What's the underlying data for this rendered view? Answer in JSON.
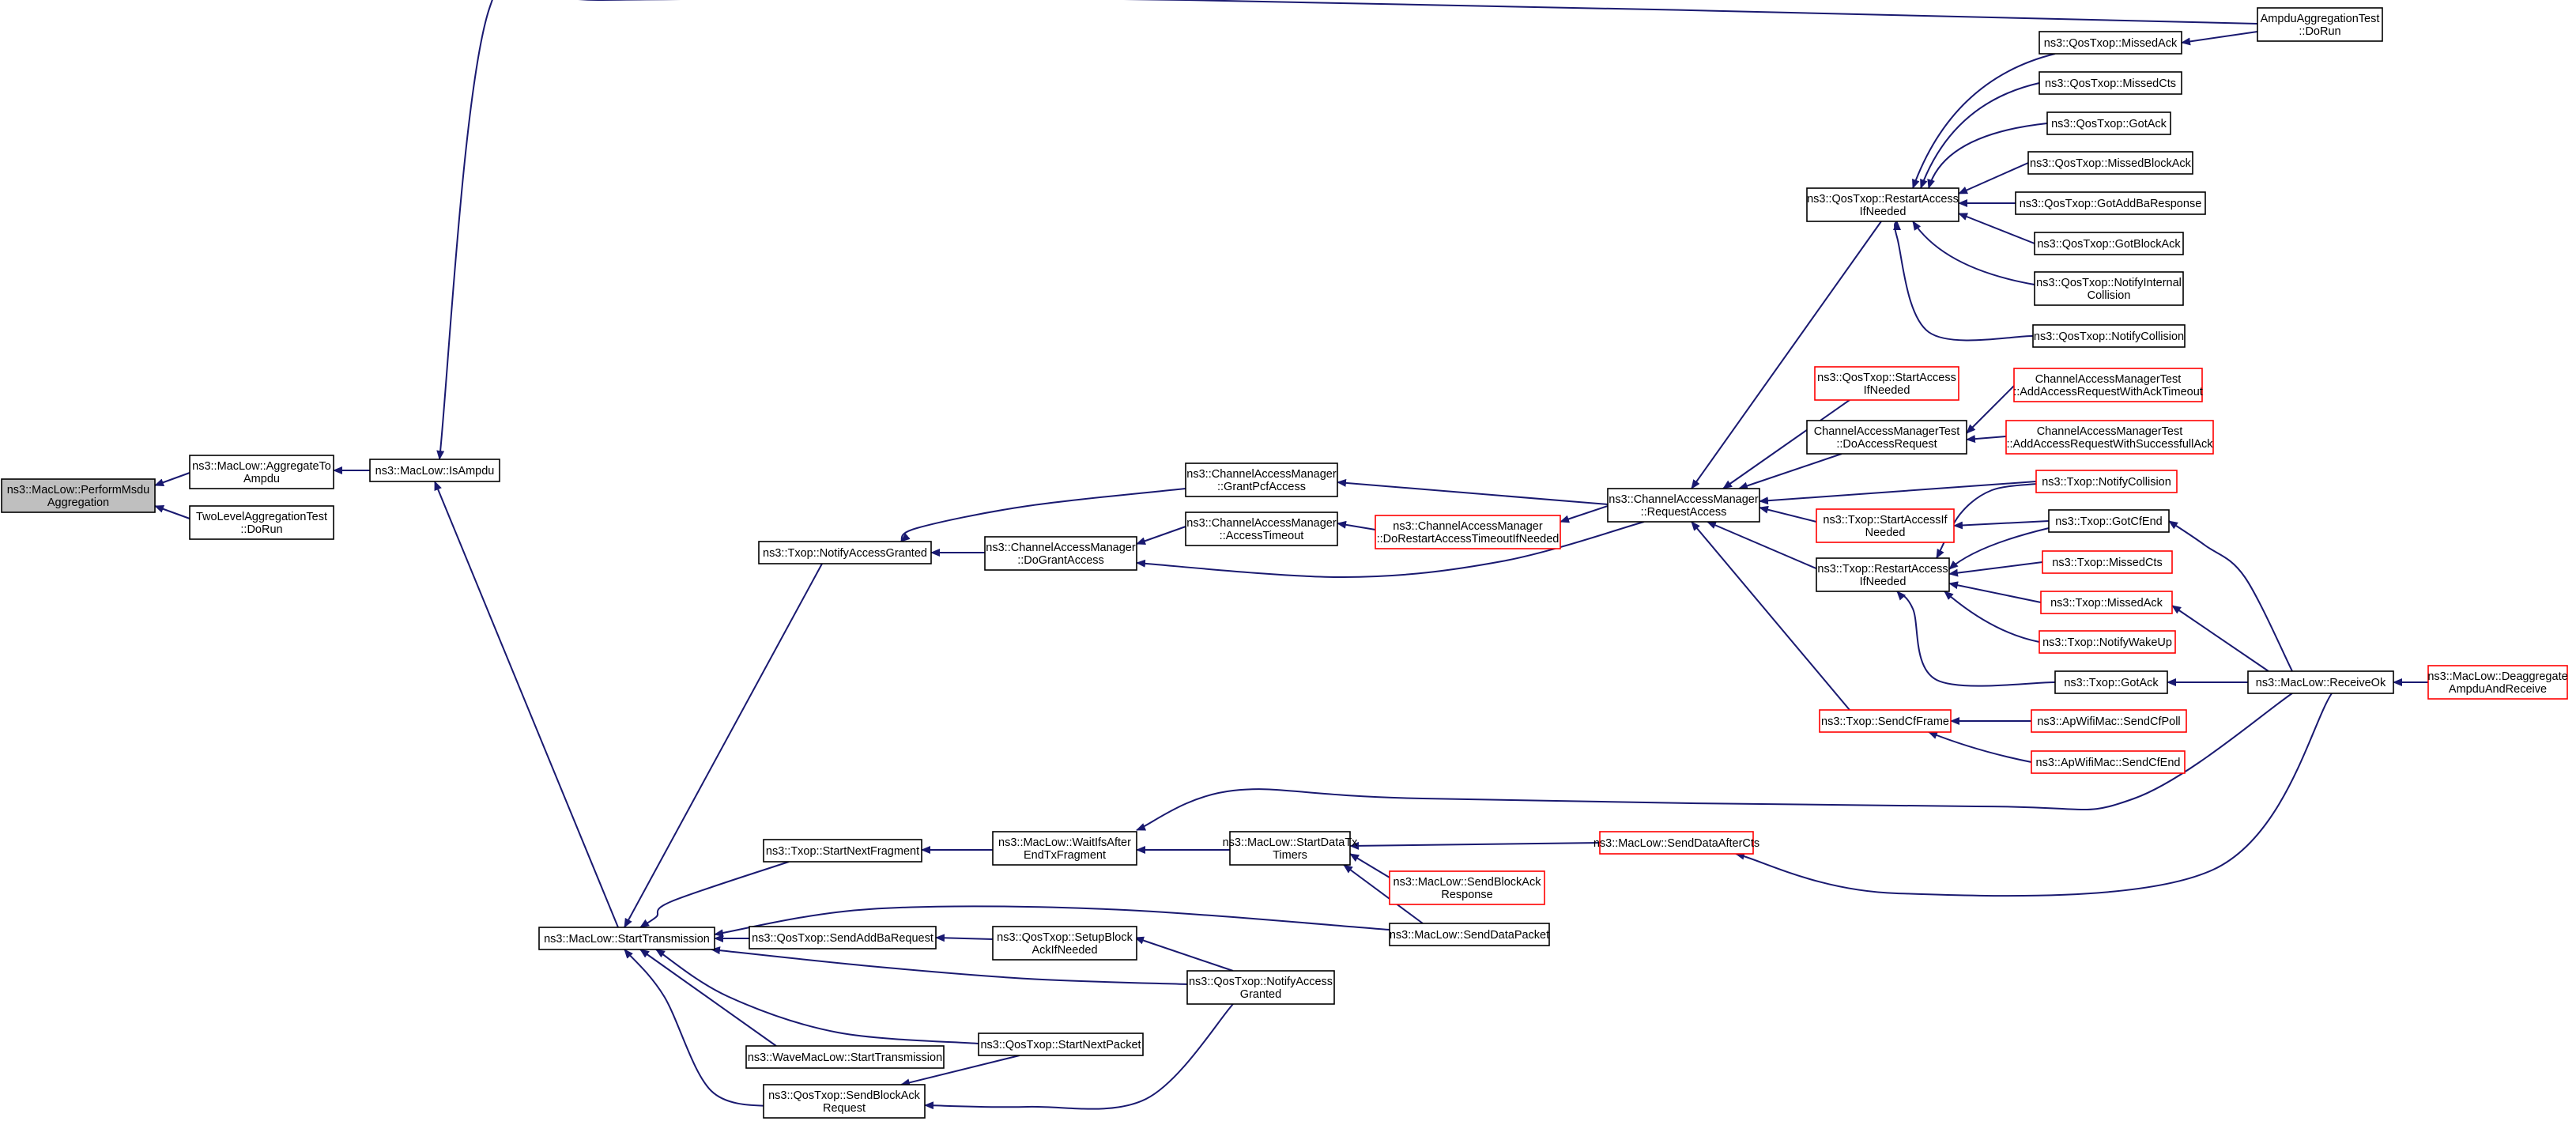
{
  "diagram": {
    "type": "call-graph",
    "colors": {
      "edge": "#191970",
      "node_border": "#000000",
      "linked_node_border": "#ff0000",
      "selected_fill": "#bfbfbf"
    },
    "nodes": [
      {
        "id": "n0",
        "lines": [
          "ns3::MacLow::PerformMsdu",
          "Aggregation"
        ],
        "kind": "selected"
      },
      {
        "id": "n1",
        "lines": [
          "ns3::MacLow::AggregateTo",
          "Ampdu"
        ],
        "kind": "normal"
      },
      {
        "id": "n2",
        "lines": [
          "TwoLevelAggregationTest",
          "::DoRun"
        ],
        "kind": "normal"
      },
      {
        "id": "n3",
        "lines": [
          "ns3::MacLow::IsAmpdu"
        ],
        "kind": "normal"
      },
      {
        "id": "n4",
        "lines": [
          "AmpduAggregationTest",
          "::DoRun"
        ],
        "kind": "normal"
      },
      {
        "id": "n5",
        "lines": [
          "ns3::MacLow::StartTransmission"
        ],
        "kind": "normal"
      },
      {
        "id": "n6",
        "lines": [
          "ns3::Txop::NotifyAccessGranted"
        ],
        "kind": "normal"
      },
      {
        "id": "n7",
        "lines": [
          "ns3::Txop::StartNextFragment"
        ],
        "kind": "normal"
      },
      {
        "id": "n8",
        "lines": [
          "ns3::QosTxop::SendAddBaRequest"
        ],
        "kind": "normal"
      },
      {
        "id": "n9",
        "lines": [
          "ns3::WaveMacLow::StartTransmission"
        ],
        "kind": "normal"
      },
      {
        "id": "n10",
        "lines": [
          "ns3::QosTxop::SendBlockAck",
          "Request"
        ],
        "kind": "normal"
      },
      {
        "id": "n11",
        "lines": [
          "ns3::ChannelAccessManager",
          "::GrantPcfAccess"
        ],
        "kind": "normal"
      },
      {
        "id": "n12",
        "lines": [
          "ns3::ChannelAccessManager",
          "::DoGrantAccess"
        ],
        "kind": "normal"
      },
      {
        "id": "n13",
        "lines": [
          "ns3::ChannelAccessManager",
          "::AccessTimeout"
        ],
        "kind": "normal"
      },
      {
        "id": "n14",
        "lines": [
          "ns3::ChannelAccessManager",
          "::DoRestartAccessTimeoutIfNeeded"
        ],
        "kind": "red"
      },
      {
        "id": "n15",
        "lines": [
          "ns3::ChannelAccessManager",
          "::RequestAccess"
        ],
        "kind": "normal"
      },
      {
        "id": "n16",
        "lines": [
          "ns3::MacLow::WaitIfsAfter",
          "EndTxFragment"
        ],
        "kind": "normal"
      },
      {
        "id": "n17",
        "lines": [
          "ns3::MacLow::StartDataTx",
          "Timers"
        ],
        "kind": "normal"
      },
      {
        "id": "n18",
        "lines": [
          "ns3::QosTxop::SetupBlock",
          "AckIfNeeded"
        ],
        "kind": "normal"
      },
      {
        "id": "n19",
        "lines": [
          "ns3::QosTxop::NotifyAccess",
          "Granted"
        ],
        "kind": "normal"
      },
      {
        "id": "n20",
        "lines": [
          "ns3::QosTxop::StartNextPacket"
        ],
        "kind": "normal"
      },
      {
        "id": "n21",
        "lines": [
          "ns3::MacLow::SendBlockAck",
          "Response"
        ],
        "kind": "red"
      },
      {
        "id": "n22",
        "lines": [
          "ns3::MacLow::SendDataPacket"
        ],
        "kind": "normal"
      },
      {
        "id": "n23",
        "lines": [
          "ns3::MacLow::SendDataAfterCts"
        ],
        "kind": "red"
      },
      {
        "id": "n24",
        "lines": [
          "ns3::QosTxop::RestartAccess",
          "IfNeeded"
        ],
        "kind": "normal"
      },
      {
        "id": "n25",
        "lines": [
          "ns3::QosTxop::StartAccess",
          "IfNeeded"
        ],
        "kind": "red"
      },
      {
        "id": "n26",
        "lines": [
          "ChannelAccessManagerTest",
          "::DoAccessRequest"
        ],
        "kind": "normal"
      },
      {
        "id": "n27",
        "lines": [
          "ns3::Txop::StartAccessIf",
          "Needed"
        ],
        "kind": "red"
      },
      {
        "id": "n28",
        "lines": [
          "ns3::Txop::RestartAccess",
          "IfNeeded"
        ],
        "kind": "normal"
      },
      {
        "id": "n29",
        "lines": [
          "ns3::Txop::SendCfFrame"
        ],
        "kind": "red"
      },
      {
        "id": "n30",
        "lines": [
          "ns3::QosTxop::MissedAck"
        ],
        "kind": "normal"
      },
      {
        "id": "n31",
        "lines": [
          "ns3::QosTxop::MissedCts"
        ],
        "kind": "normal"
      },
      {
        "id": "n32",
        "lines": [
          "ns3::QosTxop::GotAck"
        ],
        "kind": "normal"
      },
      {
        "id": "n33",
        "lines": [
          "ns3::QosTxop::MissedBlockAck"
        ],
        "kind": "normal"
      },
      {
        "id": "n34",
        "lines": [
          "ns3::QosTxop::GotAddBaResponse"
        ],
        "kind": "normal"
      },
      {
        "id": "n35",
        "lines": [
          "ns3::QosTxop::GotBlockAck"
        ],
        "kind": "normal"
      },
      {
        "id": "n36",
        "lines": [
          "ns3::QosTxop::NotifyInternal",
          "Collision"
        ],
        "kind": "normal"
      },
      {
        "id": "n37",
        "lines": [
          "ns3::QosTxop::NotifyCollision"
        ],
        "kind": "normal"
      },
      {
        "id": "n38",
        "lines": [
          "ChannelAccessManagerTest",
          "::AddAccessRequestWithAckTimeout"
        ],
        "kind": "red"
      },
      {
        "id": "n39",
        "lines": [
          "ChannelAccessManagerTest",
          "::AddAccessRequestWithSuccessfullAck"
        ],
        "kind": "red"
      },
      {
        "id": "n40",
        "lines": [
          "ns3::Txop::NotifyCollision"
        ],
        "kind": "red"
      },
      {
        "id": "n41",
        "lines": [
          "ns3::Txop::GotCfEnd"
        ],
        "kind": "normal"
      },
      {
        "id": "n42",
        "lines": [
          "ns3::Txop::MissedCts"
        ],
        "kind": "red"
      },
      {
        "id": "n43",
        "lines": [
          "ns3::Txop::MissedAck"
        ],
        "kind": "red"
      },
      {
        "id": "n44",
        "lines": [
          "ns3::Txop::NotifyWakeUp"
        ],
        "kind": "red"
      },
      {
        "id": "n45",
        "lines": [
          "ns3::Txop::GotAck"
        ],
        "kind": "normal"
      },
      {
        "id": "n46",
        "lines": [
          "ns3::ApWifiMac::SendCfPoll"
        ],
        "kind": "red"
      },
      {
        "id": "n47",
        "lines": [
          "ns3::ApWifiMac::SendCfEnd"
        ],
        "kind": "red"
      },
      {
        "id": "n48",
        "lines": [
          "ns3::MacLow::ReceiveOk"
        ],
        "kind": "normal"
      },
      {
        "id": "n49",
        "lines": [
          "ns3::MacLow::Deaggregate",
          "AmpduAndReceive"
        ],
        "kind": "red"
      }
    ],
    "edges": [
      [
        "n1",
        "n0"
      ],
      [
        "n2",
        "n0"
      ],
      [
        "n3",
        "n1"
      ],
      [
        "n4",
        "n3"
      ],
      [
        "n5",
        "n3"
      ],
      [
        "n6",
        "n5"
      ],
      [
        "n7",
        "n5"
      ],
      [
        "n8",
        "n5"
      ],
      [
        "n9",
        "n5"
      ],
      [
        "n10",
        "n5"
      ],
      [
        "n19",
        "n5"
      ],
      [
        "n20",
        "n5"
      ],
      [
        "n22",
        "n5"
      ],
      [
        "n11",
        "n6"
      ],
      [
        "n12",
        "n6"
      ],
      [
        "n15",
        "n11"
      ],
      [
        "n13",
        "n12"
      ],
      [
        "n15",
        "n12"
      ],
      [
        "n14",
        "n13"
      ],
      [
        "n15",
        "n14"
      ],
      [
        "n16",
        "n7"
      ],
      [
        "n17",
        "n16"
      ],
      [
        "n48",
        "n16"
      ],
      [
        "n21",
        "n17"
      ],
      [
        "n22",
        "n17"
      ],
      [
        "n23",
        "n17"
      ],
      [
        "n48",
        "n23"
      ],
      [
        "n18",
        "n8"
      ],
      [
        "n19",
        "n18"
      ],
      [
        "n19",
        "n10"
      ],
      [
        "n20",
        "n10"
      ],
      [
        "n24",
        "n15"
      ],
      [
        "n25",
        "n15"
      ],
      [
        "n26",
        "n15"
      ],
      [
        "n27",
        "n15"
      ],
      [
        "n28",
        "n15"
      ],
      [
        "n29",
        "n15"
      ],
      [
        "n40",
        "n15"
      ],
      [
        "n30",
        "n24"
      ],
      [
        "n31",
        "n24"
      ],
      [
        "n32",
        "n24"
      ],
      [
        "n33",
        "n24"
      ],
      [
        "n34",
        "n24"
      ],
      [
        "n35",
        "n24"
      ],
      [
        "n36",
        "n24"
      ],
      [
        "n37",
        "n24"
      ],
      [
        "n4",
        "n30"
      ],
      [
        "n38",
        "n26"
      ],
      [
        "n39",
        "n26"
      ],
      [
        "n41",
        "n27"
      ],
      [
        "n40",
        "n28"
      ],
      [
        "n41",
        "n28"
      ],
      [
        "n42",
        "n28"
      ],
      [
        "n43",
        "n28"
      ],
      [
        "n44",
        "n28"
      ],
      [
        "n45",
        "n28"
      ],
      [
        "n46",
        "n29"
      ],
      [
        "n47",
        "n29"
      ],
      [
        "n48",
        "n41"
      ],
      [
        "n48",
        "n43"
      ],
      [
        "n48",
        "n45"
      ],
      [
        "n49",
        "n48"
      ]
    ]
  }
}
